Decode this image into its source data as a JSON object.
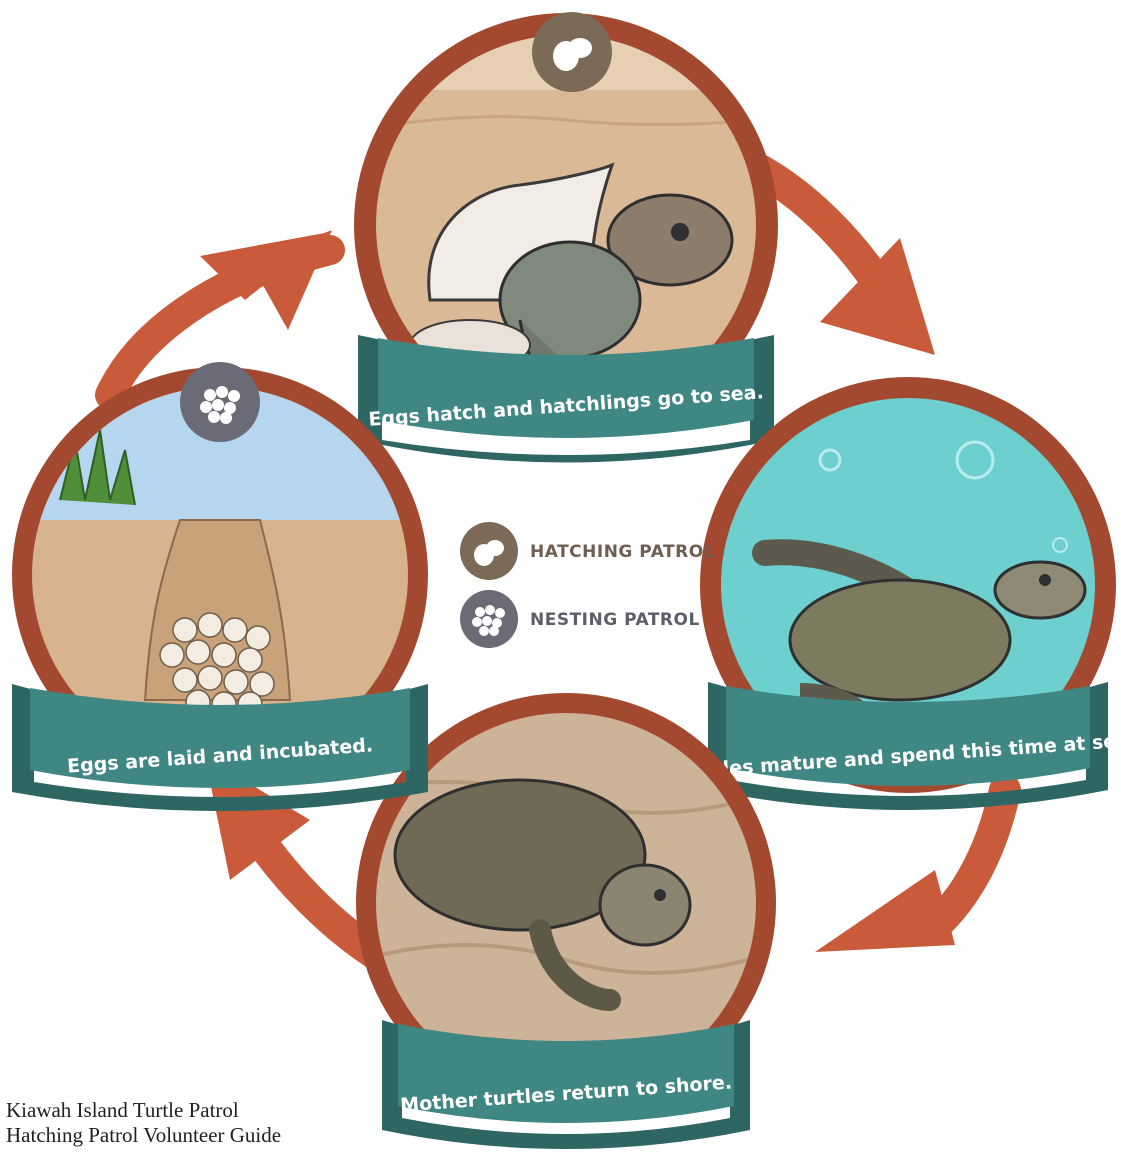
{
  "stages": [
    {
      "id": "hatch",
      "caption": "Eggs hatch and hatchlings go to sea.",
      "icon": "hatchling-icon"
    },
    {
      "id": "sea",
      "caption": "Turtles mature and spend this time at sea."
    },
    {
      "id": "shore",
      "caption": "Mother turtles return to shore."
    },
    {
      "id": "nest",
      "caption": "Eggs are laid and incubated.",
      "icon": "egg-cluster-icon"
    }
  ],
  "legend": [
    {
      "label": "HATCHING PATROL",
      "icon": "hatchling-icon",
      "color": "#7b6a58"
    },
    {
      "label": "NESTING PATROL",
      "icon": "egg-cluster-icon",
      "color": "#6b6b78"
    }
  ],
  "footer": {
    "line1": "Kiawah Island Turtle Patrol",
    "line2": "Hatching Patrol Volunteer Guide"
  },
  "colors": {
    "ring": "#a2492f",
    "arrow": "#c95a3a",
    "banner": "#3f8783",
    "banner_dark": "#2d6663",
    "sand": "#d9b996",
    "sea": "#6dd0cf",
    "sky": "#b6d5ef"
  }
}
